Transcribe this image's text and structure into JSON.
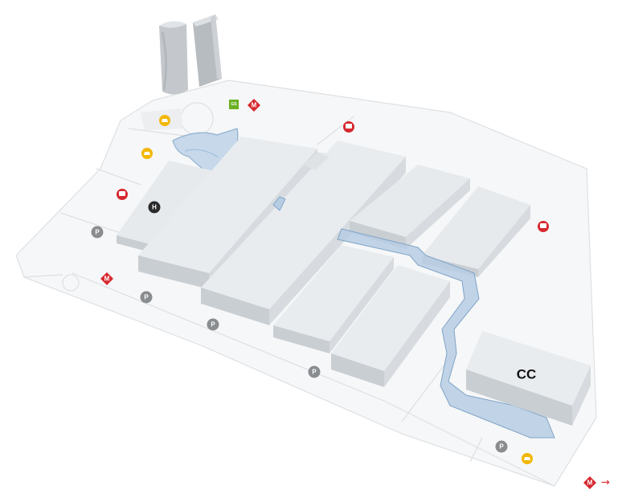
{
  "map": {
    "center_label": "CC",
    "colors": {
      "ground": "#f4f5f6",
      "ground_line": "#d9dcdf",
      "hall_top": "#e6e9ec",
      "hall_front": "#c9ced3",
      "hall_side": "#d7dbdf",
      "walkway": "#a9c4df",
      "walkway_edge": "#7fa4c8",
      "metro": "#d7282f",
      "bus": "#d7282f",
      "taxi": "#f2b705",
      "parking": "#8a8d90",
      "hotel": "#2a2a2a",
      "green": "#6ab023",
      "tower": "#b9bec3"
    },
    "pins": {
      "metro": {
        "letter": "M",
        "icon": "metro-icon"
      },
      "bus": {
        "icon": "bus-icon"
      },
      "taxi": {
        "icon": "taxi-icon"
      },
      "parking": {
        "letter": "P",
        "icon": "parking-icon"
      },
      "hotel": {
        "letter": "H",
        "icon": "hotel-icon"
      },
      "green": {
        "letter": "GS",
        "icon": "green-square-icon"
      }
    },
    "metro_link": {
      "letter": "M",
      "arrow": "→"
    }
  }
}
